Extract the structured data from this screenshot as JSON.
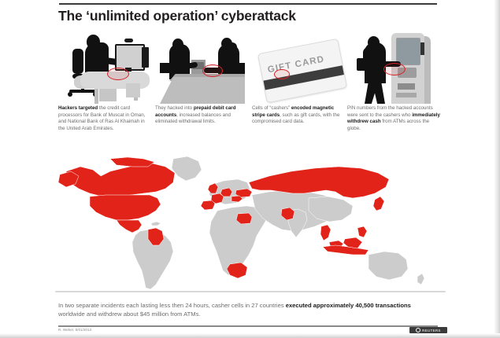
{
  "header": {
    "title": "The ‘unlimited operation’ cyberattack"
  },
  "steps": [
    {
      "icon": "hacker-at-computer-illustration",
      "lead": "Hackers targeted",
      "rest": " the credit card processors for Bank of Muscat in Oman, and National Bank of Ras Al Khaimah in the United Arab Emirates."
    },
    {
      "icon": "checkout-counter-illustration",
      "pre": "They hacked into ",
      "lead": "prepaid debit card accounts",
      "rest": ", increased balances and eliminated withdrawal limits."
    },
    {
      "icon": "gift-card-illustration",
      "pre": "Cells of “cashers” ",
      "lead": "encoded magnetic stripe cards",
      "rest": ", such as gift cards, with the compromised card data."
    },
    {
      "icon": "atm-withdrawal-illustration",
      "pre": "PIN numbers from the hacked accounts were sent to the cashers who ",
      "lead": "immediately withdrew cash",
      "rest": " from ATMs across the globe."
    }
  ],
  "giftcard": {
    "label": "GIFT CARD"
  },
  "map": {
    "highlight_color": "#e2231a",
    "land_color": "#cccccc",
    "border_color": "#ffffff",
    "highlighted_countries": [
      "United States",
      "Canada",
      "Mexico",
      "Colombia",
      "United Kingdom",
      "France",
      "Spain",
      "Germany",
      "Ukraine",
      "Romania",
      "Russia",
      "Japan",
      "Egypt",
      "Pakistan",
      "Thailand",
      "Malaysia",
      "Indonesia",
      "South Africa"
    ],
    "country_count": 27
  },
  "summary": {
    "pre": "In two separate incidents each lasting less then 24 hours, casher cells in 27 countries ",
    "lead": "executed approximately 40,500 transactions",
    "rest": " worldwide and withdrew about $45 million from ATMs."
  },
  "footer": {
    "credit": "R. Weber, 5/01/2013",
    "brand": "REUTERS"
  }
}
